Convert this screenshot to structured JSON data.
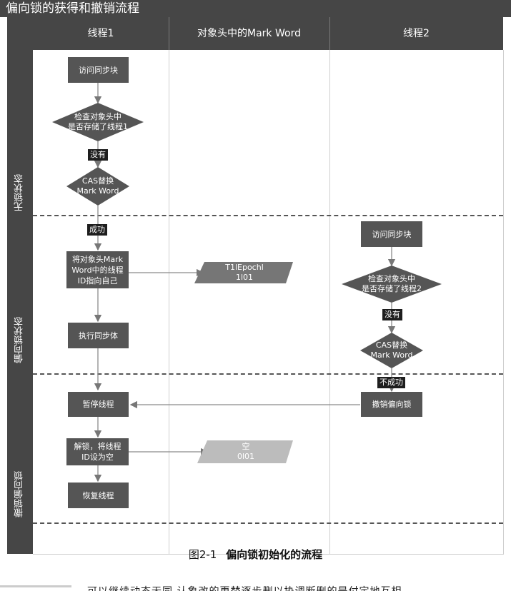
{
  "title": "偏向锁的获得和撤销流程",
  "columns": [
    "线程1",
    "对象头中的Mark Word",
    "线程2"
  ],
  "lanes": [
    "无锁状态",
    "偏向锁状态",
    "撤销偏向锁"
  ],
  "thread1": {
    "access_sync_block": "访问同步块",
    "check_header": "检查对象头中\n是否存储了线程1",
    "no_label": "没有",
    "cas_replace": "CAS替换\nMark Word",
    "success_label": "成功",
    "set_thread_id": "将对象头Mark\nWord中的线程\nID指向自己",
    "exec_sync_body": "执行同步体",
    "pause_thread": "暂停线程",
    "unlock": "解锁，将线程\nID设为空",
    "resume_thread": "恢复线程"
  },
  "mark_word": {
    "biased": "T1lEpochl\n1l01",
    "empty": "空\n0l01"
  },
  "thread2": {
    "access_sync_block": "访问同步块",
    "check_header": "检查对象头中\n是否存储了线程2",
    "no_label": "没有",
    "cas_replace": "CAS替换\nMark Word",
    "fail_label": "不成功",
    "revoke_bias": "撤销偏向锁"
  },
  "caption": {
    "number": "图2-1",
    "text": "偏向锁初始化的流程"
  },
  "footer_fragment": "可以继续动态无同 认象改的更替逐步删以协调断删的是付定地互相"
}
